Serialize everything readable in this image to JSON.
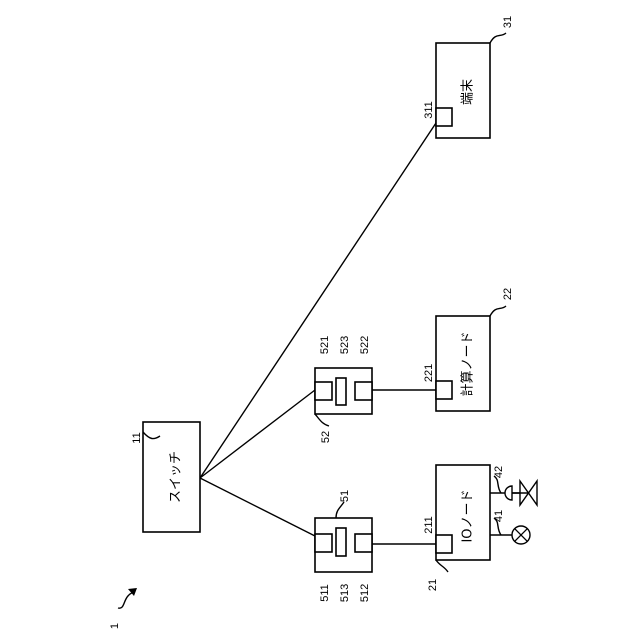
{
  "figure_ref": "1",
  "switch": {
    "ref": "11",
    "label": "スイッチ"
  },
  "terminal": {
    "ref": "31",
    "label": "端末",
    "port_ref": "311"
  },
  "compute_node": {
    "ref": "22",
    "label": "計算ノード",
    "port_ref": "221"
  },
  "io_node": {
    "ref": "21",
    "label": "IOノード",
    "port_ref": "211"
  },
  "adapter_52": {
    "ref": "52",
    "left_port_ref": "521",
    "center_ref": "523",
    "right_port_ref": "522"
  },
  "adapter_51": {
    "ref": "51",
    "left_port_ref": "511",
    "center_ref": "513",
    "right_port_ref": "512"
  },
  "lamp": {
    "ref": "41",
    "icon": "lamp-icon"
  },
  "valve": {
    "ref": "42",
    "icon": "valve-icon"
  }
}
